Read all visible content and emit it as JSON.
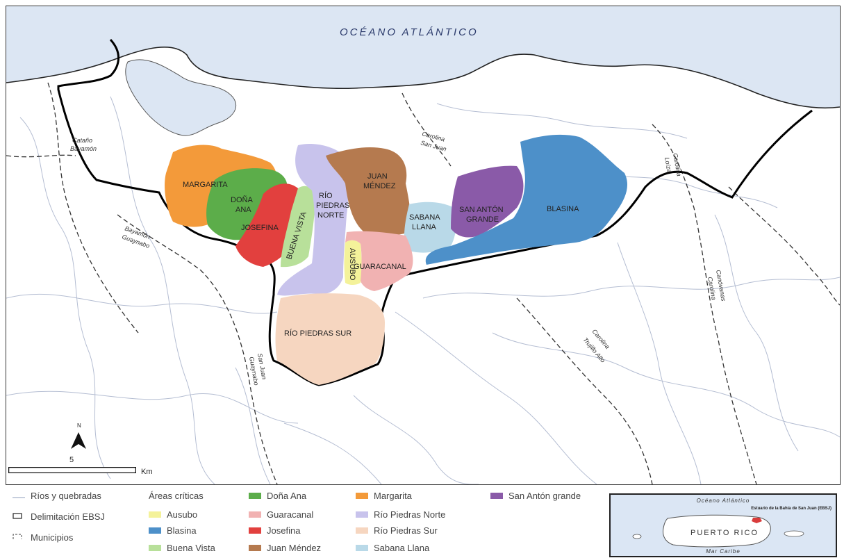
{
  "map": {
    "ocean": "OCÉANO ATLÁNTICO",
    "municipalities": {
      "catano": "Cataño",
      "bayamon": "Bayamón",
      "bayamon2": "Bayamón",
      "guaynabo": "Guaynabo",
      "guaynabo2": "Guaynabo",
      "san_juan": "San Juan",
      "san_juan2": "San Juan",
      "carolina": "Carolina",
      "carolina2": "Carolina",
      "carolina3": "Carolina",
      "loiza": "Loíza",
      "carolina4": "Carolina",
      "canovanas": "Canóvanas",
      "trujillo": "Trujillo Alto"
    },
    "areas": {
      "margarita": "MARGARITA",
      "dona_ana_1": "DOÑA",
      "dona_ana_2": "ANA",
      "josefina": "JOSEFINA",
      "buena_vista": "BUENA VISTA",
      "rp_norte_1": "RÍO",
      "rp_norte_2": "PIEDRAS",
      "rp_norte_3": "NORTE",
      "juan_mendez_1": "JUAN",
      "juan_mendez_2": "MÉNDEZ",
      "sabana_1": "SABANA",
      "sabana_2": "LLANA",
      "san_anton_1": "SAN ANTÓN",
      "san_anton_2": "GRANDE",
      "blasina": "BLASINA",
      "ausubo": "AUSUBO",
      "guaracanal": "GUARACANAL",
      "rp_sur": "RÍO PIEDRAS SUR"
    },
    "colors": {
      "ocean": "#dce6f3",
      "margarita": "#f39a3a",
      "dona_ana": "#5cad4a",
      "josefina": "#e2403e",
      "buena_vista": "#b8e09a",
      "rp_norte": "#c8c3ec",
      "juan_mendez": "#b57a4f",
      "sabana_llana": "#b9d9e8",
      "san_anton": "#8a5aa8",
      "blasina": "#4d90c9",
      "ausubo": "#f4f29a",
      "guaracanal": "#f1b2b2",
      "rp_sur": "#f6d6c0"
    },
    "scale": {
      "value": "5",
      "unit": "Km"
    },
    "north": "N"
  },
  "legend": {
    "rivers": "Ríos y quebradas",
    "delimitation": "Delimitación EBSJ",
    "municipalities": "Municipios",
    "critical_heading": "Áreas críticas",
    "items": {
      "ausubo": "Ausubo",
      "blasina": "Blasina",
      "buena_vista": "Buena Vista",
      "dona_ana": "Doña Ana",
      "guaracanal": "Guaracanal",
      "josefina": "Josefina",
      "juan_mendez": "Juan Méndez",
      "margarita": "Margarita",
      "rp_norte": "Río Piedras Norte",
      "rp_sur": "Río Piedras Sur",
      "sabana_llana": "Sabana Llana",
      "san_anton": "San Antón grande"
    }
  },
  "inset": {
    "top": "Océano Atlántico",
    "estuary": "Estuario de la Bahía de San Juan (EBSJ)",
    "island": "PUERTO RICO",
    "bottom": "Mar Caribe"
  }
}
